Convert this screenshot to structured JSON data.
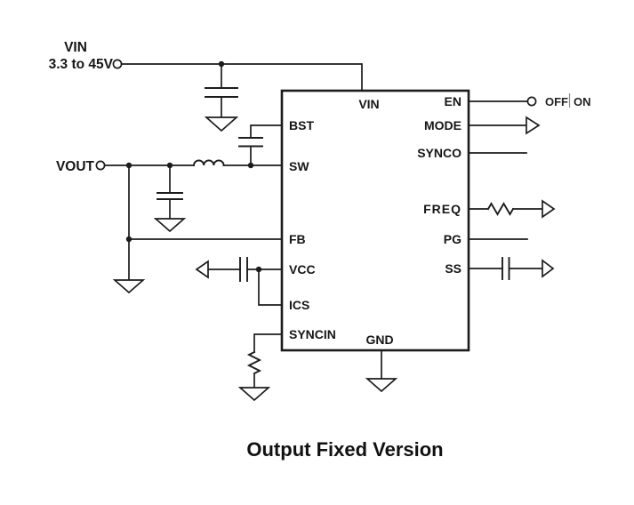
{
  "diagram": {
    "title": "Output Fixed Version",
    "input_label": "VIN",
    "input_range": "3.3 to 45V",
    "output_label": "VOUT",
    "en_off": "OFF",
    "en_on": "ON",
    "pins": {
      "vin": "VIN",
      "en": "EN",
      "bst": "BST",
      "mode": "MODE",
      "sw": "SW",
      "synco": "SYNCO",
      "freq": "FREQ",
      "fb": "FB",
      "pg": "PG",
      "vcc": "VCC",
      "ss": "SS",
      "ics": "ICS",
      "syncin": "SYNCIN",
      "gnd": "GND"
    },
    "colors": {
      "line": "#1c1c1c",
      "background": "#ffffff"
    }
  }
}
